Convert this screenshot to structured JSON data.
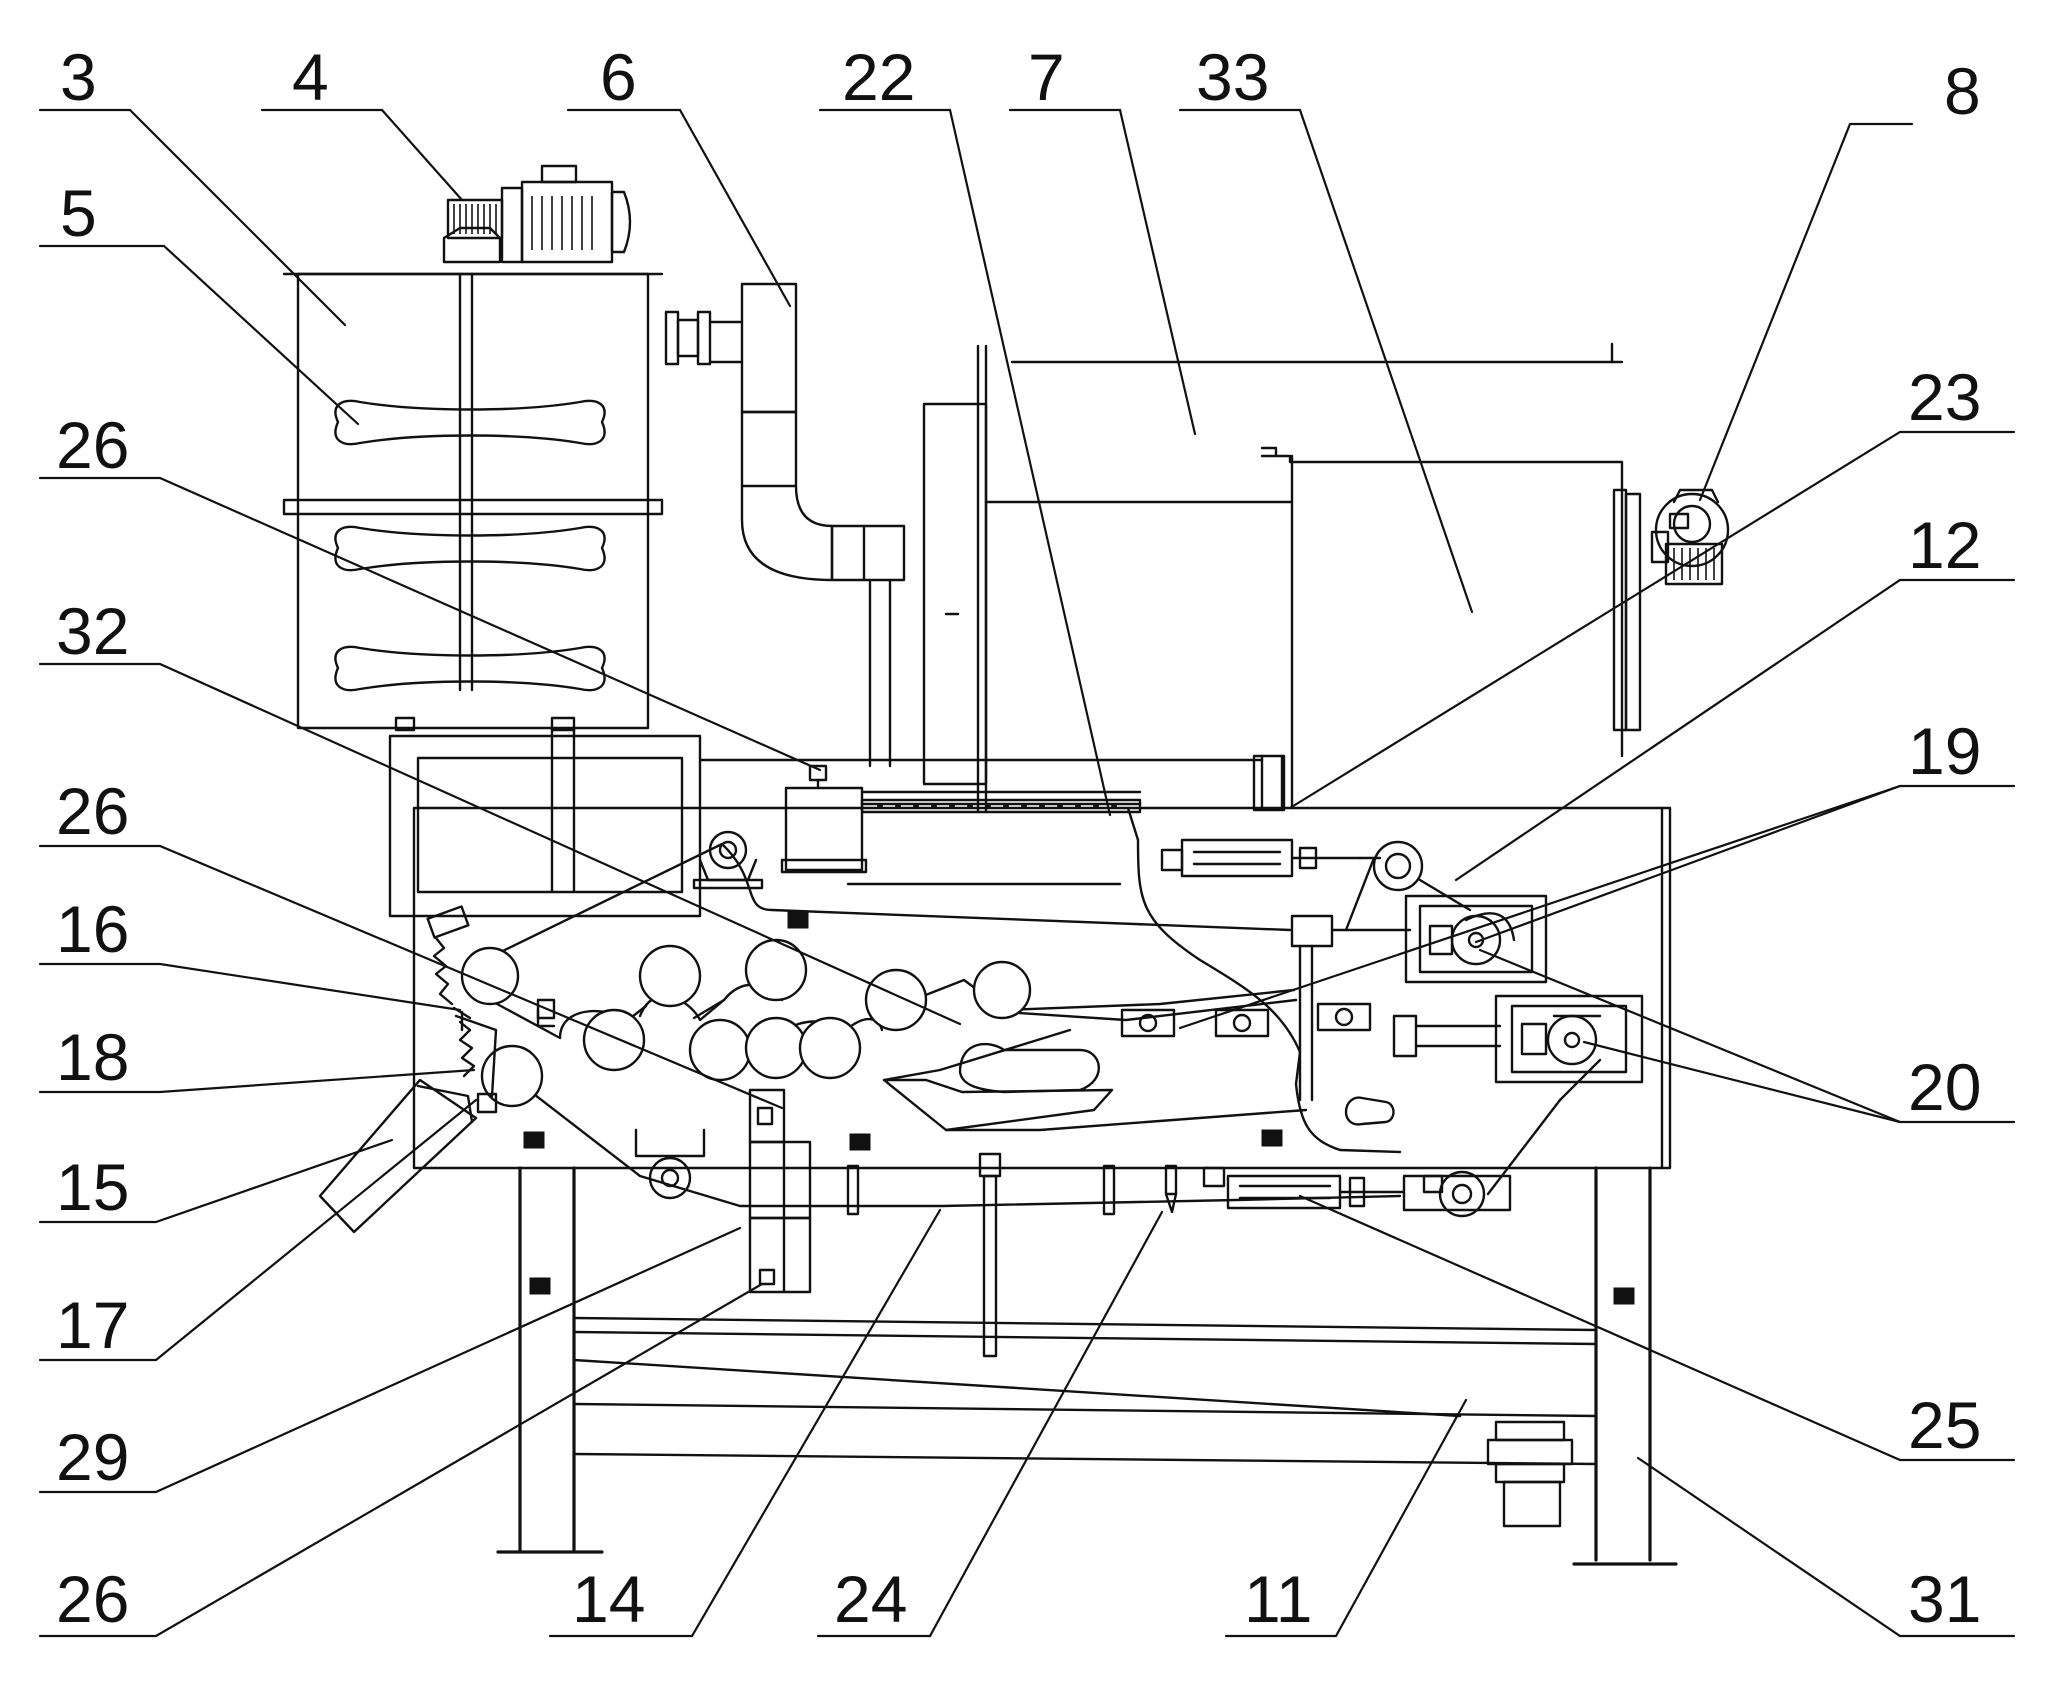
{
  "callouts": [
    {
      "id": "c3",
      "text": "3"
    },
    {
      "id": "c4",
      "text": "4"
    },
    {
      "id": "c6",
      "text": "6"
    },
    {
      "id": "c22",
      "text": "22"
    },
    {
      "id": "c7",
      "text": "7"
    },
    {
      "id": "c33",
      "text": "33"
    },
    {
      "id": "c8",
      "text": "8"
    },
    {
      "id": "c5",
      "text": "5"
    },
    {
      "id": "c23",
      "text": "23"
    },
    {
      "id": "c26a",
      "text": "26"
    },
    {
      "id": "c12",
      "text": "12"
    },
    {
      "id": "c32",
      "text": "32"
    },
    {
      "id": "c19",
      "text": "19"
    },
    {
      "id": "c26b",
      "text": "26"
    },
    {
      "id": "c16",
      "text": "16"
    },
    {
      "id": "c18",
      "text": "18"
    },
    {
      "id": "c20",
      "text": "20"
    },
    {
      "id": "c15",
      "text": "15"
    },
    {
      "id": "c17",
      "text": "17"
    },
    {
      "id": "c29",
      "text": "29"
    },
    {
      "id": "c25",
      "text": "25"
    },
    {
      "id": "c26c",
      "text": "26"
    },
    {
      "id": "c14",
      "text": "14"
    },
    {
      "id": "c24",
      "text": "24"
    },
    {
      "id": "c11",
      "text": "11"
    },
    {
      "id": "c31",
      "text": "31"
    }
  ]
}
